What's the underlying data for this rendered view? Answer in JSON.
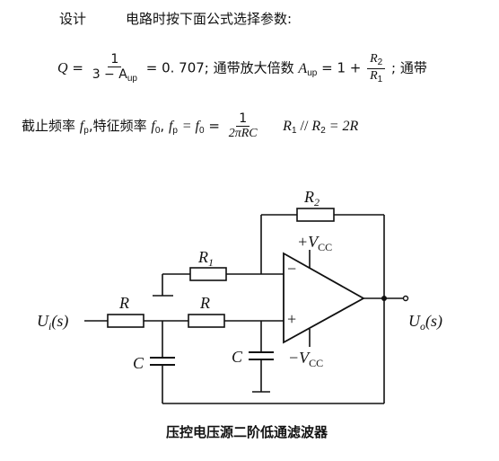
{
  "text": {
    "line1_label": "设计",
    "line1_text": "电路时按下面公式选择参数:",
    "q_symbol": "Q",
    "equals": "=",
    "q_num": "1",
    "q_den": "3 − A",
    "q_den_sub": "up",
    "q_value": "= 0. 707;",
    "gain_text": "通带放大倍数",
    "gain_symbol": "A",
    "gain_sub": "up",
    "gain_eq": "= 1 +",
    "gain_num": "R",
    "gain_num_sub": "2",
    "gain_den": "R",
    "gain_den_sub": "1",
    "gain_tail": ";  通带",
    "cutoff_text": "截止频率",
    "fp_symbol": "f",
    "fp_sub": "p",
    "char_text": ",特征频率",
    "f0_symbol": "f",
    "f0_sub": "0",
    "comma": ",",
    "f_eq_lhs": "f",
    "f_eq_sub1": "p",
    "f_eq_mid": "= f",
    "f_eq_sub2": "0",
    "f_eq_eq": "=",
    "f_num": "1",
    "f_den": "2πRC",
    "r_par": "R",
    "r_par_sub1": "1",
    "r_par_sep": "//",
    "r_par_b": "R",
    "r_par_sub2": "2",
    "r_par_eq": "= 2R"
  },
  "circuit": {
    "r2_label": "R",
    "r2_sub": "2",
    "r1_label": "R",
    "r1_sub": "1",
    "ra_label": "R",
    "rb_label": "R",
    "c1_label": "C",
    "c2_label": "C",
    "vcc_pos": "+V",
    "vcc_pos_sub": "CC",
    "vcc_neg": "−V",
    "vcc_neg_sub": "CC",
    "minus_sign": "−",
    "plus_sign": "+",
    "ui_label": "U",
    "ui_sub": "i",
    "ui_arg": "(s)",
    "uo_label": "U",
    "uo_sub": "o",
    "uo_arg": "(s)"
  },
  "caption": "压控电压源二阶低通滤波器"
}
